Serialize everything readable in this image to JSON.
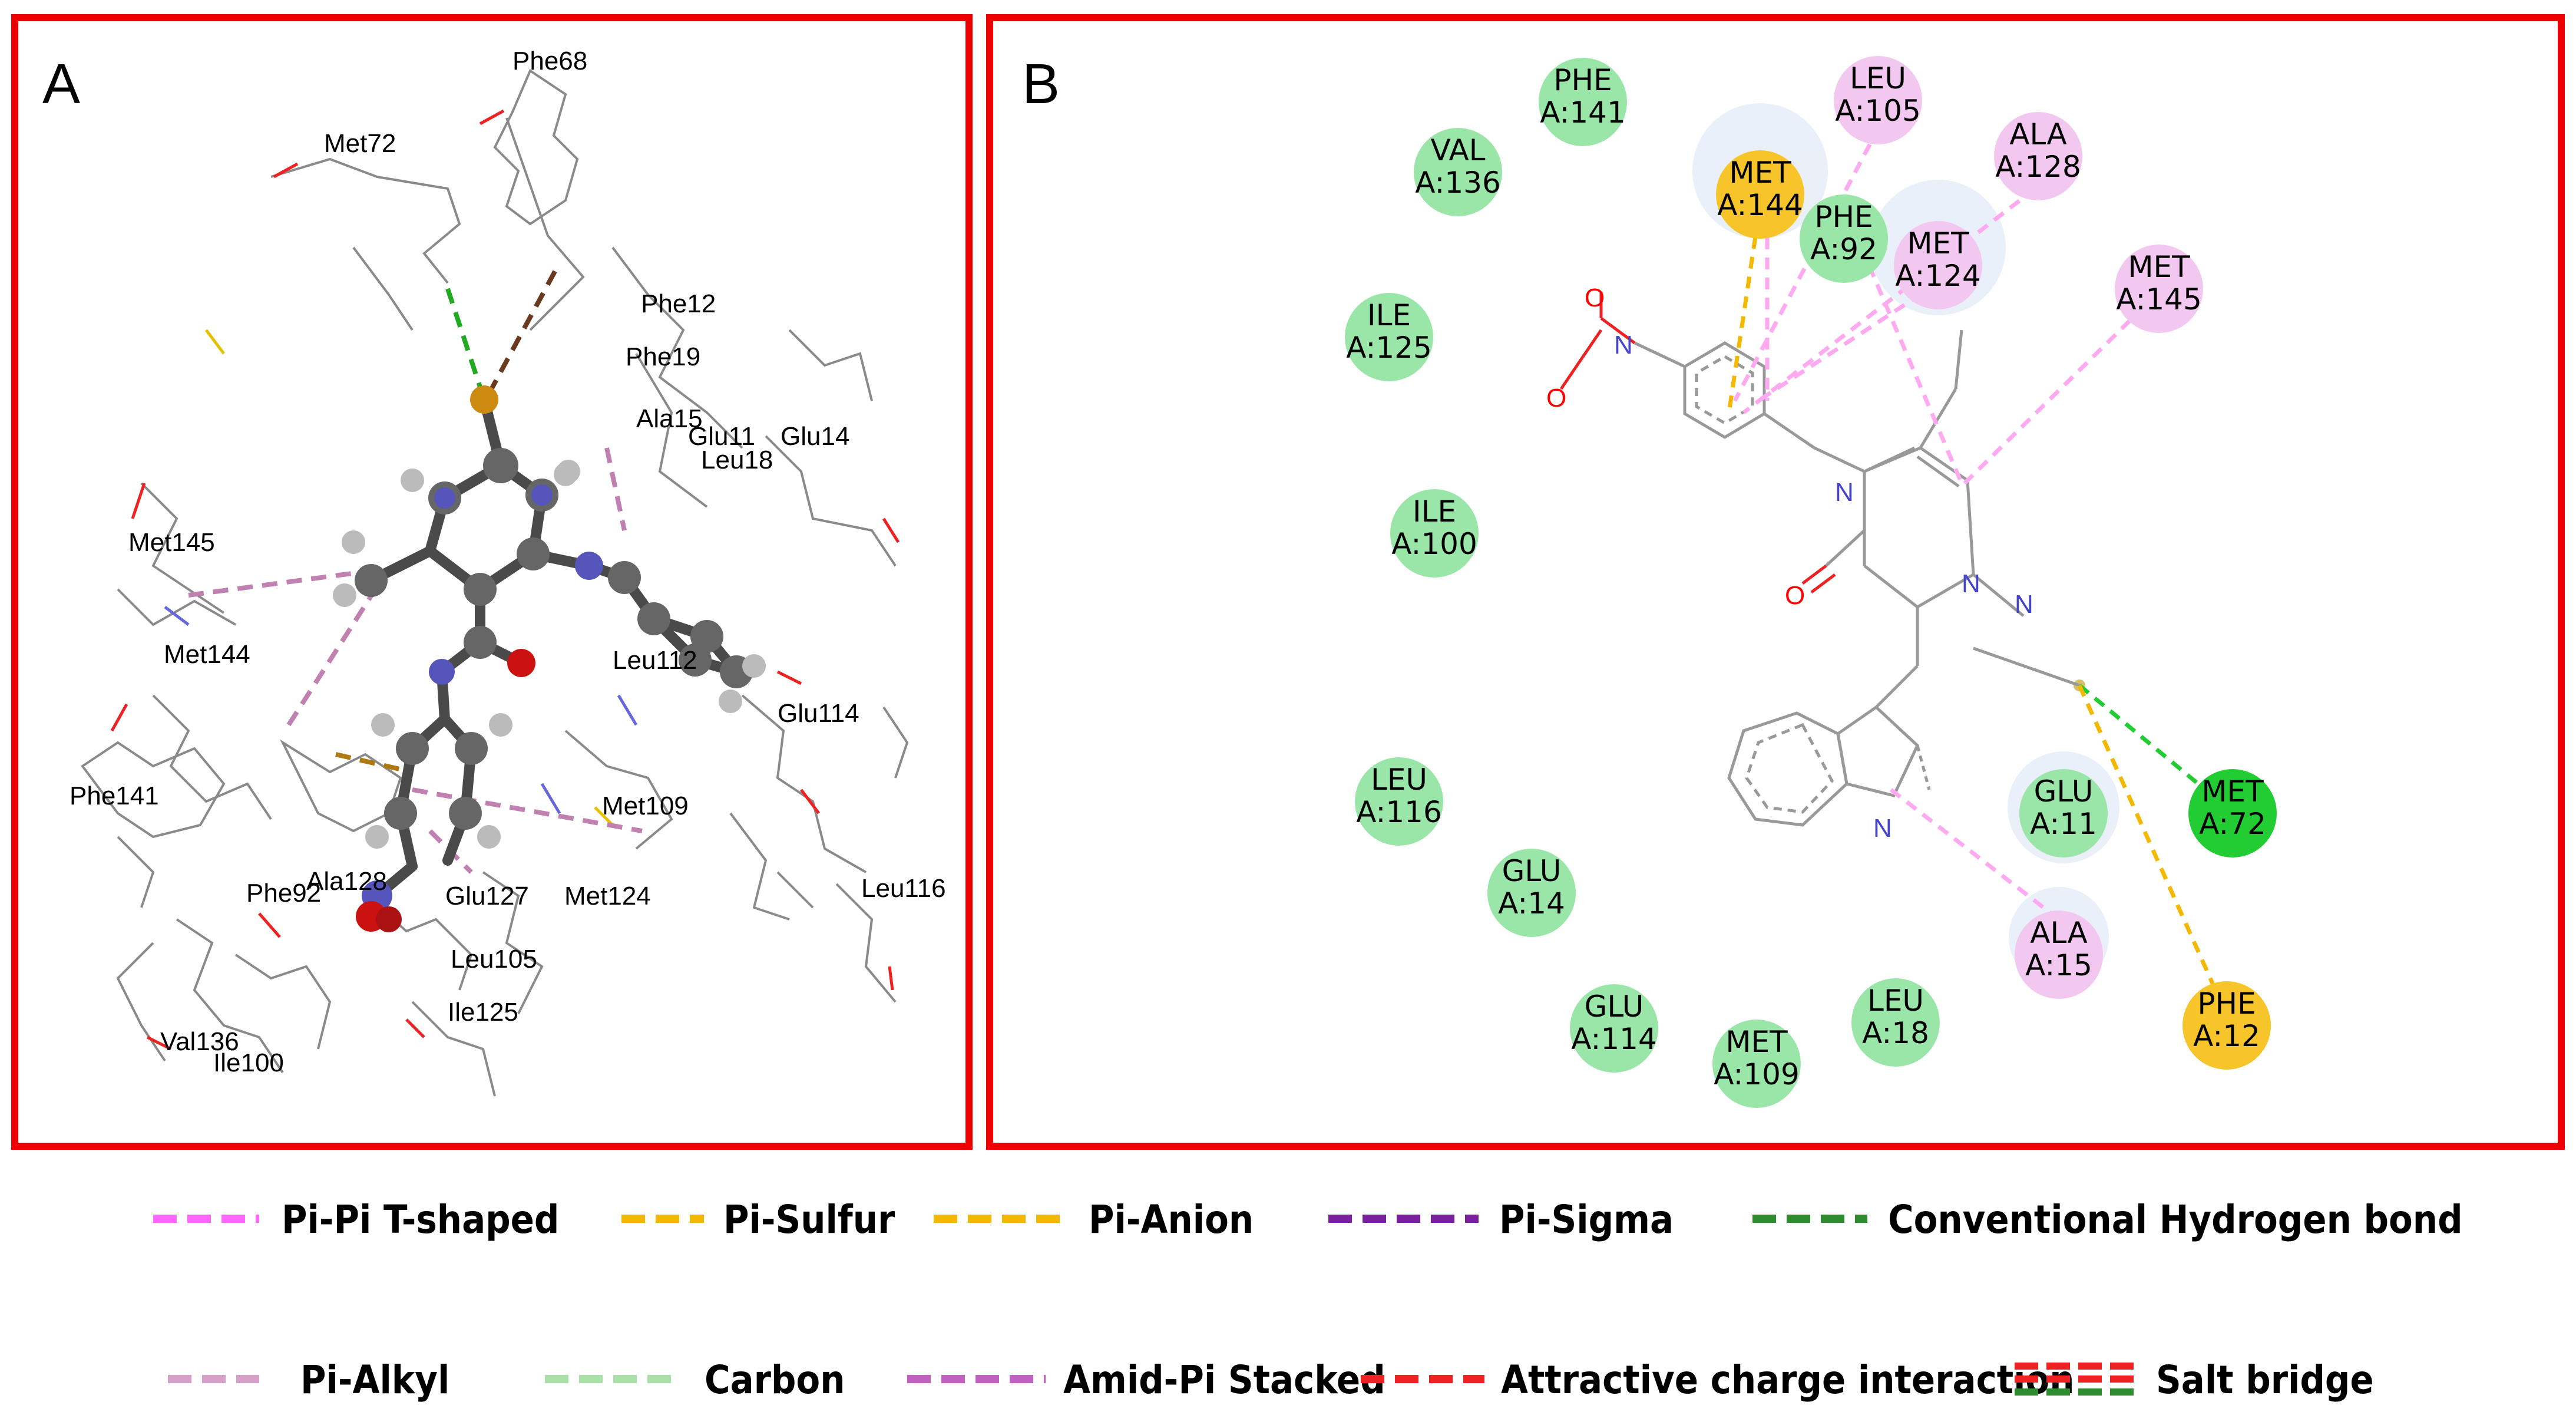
{
  "panel_a": {
    "letter": "A",
    "residue_labels": [
      {
        "id": "phe68",
        "text": "Phe68"
      },
      {
        "id": "met72",
        "text": "Met72"
      },
      {
        "id": "phe12",
        "text": "Phe12"
      },
      {
        "id": "phe19",
        "text": "Phe19"
      },
      {
        "id": "ala15",
        "text": "Ala15"
      },
      {
        "id": "glu11",
        "text": "Glu11"
      },
      {
        "id": "glu14",
        "text": "Glu14"
      },
      {
        "id": "leu18",
        "text": "Leu18"
      },
      {
        "id": "met145",
        "text": "Met145"
      },
      {
        "id": "met144",
        "text": "Met144"
      },
      {
        "id": "leu112",
        "text": "Leu112"
      },
      {
        "id": "glu114",
        "text": "Glu114"
      },
      {
        "id": "phe141",
        "text": "Phe141"
      },
      {
        "id": "met109",
        "text": "Met109"
      },
      {
        "id": "ala128",
        "text": "Ala128"
      },
      {
        "id": "phe92",
        "text": "Phe92"
      },
      {
        "id": "glu127",
        "text": "Glu127"
      },
      {
        "id": "met124",
        "text": "Met124"
      },
      {
        "id": "leu116",
        "text": "Leu116"
      },
      {
        "id": "leu105",
        "text": "Leu105"
      },
      {
        "id": "ile125",
        "text": "Ile125"
      },
      {
        "id": "val136",
        "text": "Val136"
      },
      {
        "id": "ile100",
        "text": "Ile100"
      }
    ]
  },
  "panel_b": {
    "letter": "B",
    "residues": [
      {
        "id": "phe141",
        "line1": "PHE",
        "line2": "A:141",
        "type": "carbon"
      },
      {
        "id": "leu105",
        "line1": "LEU",
        "line2": "A:105",
        "type": "pi-alkyl"
      },
      {
        "id": "val136",
        "line1": "VAL",
        "line2": "A:136",
        "type": "carbon"
      },
      {
        "id": "met144",
        "line1": "MET",
        "line2": "A:144",
        "type": "pi-sulfur"
      },
      {
        "id": "ala128",
        "line1": "ALA",
        "line2": "A:128",
        "type": "pi-alkyl"
      },
      {
        "id": "phe92",
        "line1": "PHE",
        "line2": "A:92",
        "type": "carbon"
      },
      {
        "id": "met124",
        "line1": "MET",
        "line2": "A:124",
        "type": "pi-alkyl"
      },
      {
        "id": "ile125",
        "line1": "ILE",
        "line2": "A:125",
        "type": "carbon"
      },
      {
        "id": "met145",
        "line1": "MET",
        "line2": "A:145",
        "type": "pi-alkyl"
      },
      {
        "id": "ile100",
        "line1": "ILE",
        "line2": "A:100",
        "type": "carbon"
      },
      {
        "id": "leu116",
        "line1": "LEU",
        "line2": "A:116",
        "type": "carbon"
      },
      {
        "id": "glu11",
        "line1": "GLU",
        "line2": "A:11",
        "type": "carbon"
      },
      {
        "id": "met72",
        "line1": "MET",
        "line2": "A:72",
        "type": "hbond"
      },
      {
        "id": "glu14",
        "line1": "GLU",
        "line2": "A:14",
        "type": "carbon"
      },
      {
        "id": "ala15",
        "line1": "ALA",
        "line2": "A:15",
        "type": "pi-alkyl"
      },
      {
        "id": "glu114",
        "line1": "GLU",
        "line2": "A:114",
        "type": "carbon"
      },
      {
        "id": "leu18",
        "line1": "LEU",
        "line2": "A:18",
        "type": "carbon"
      },
      {
        "id": "met109",
        "line1": "MET",
        "line2": "A:109",
        "type": "carbon"
      },
      {
        "id": "phe12",
        "line1": "PHE",
        "line2": "A:12",
        "type": "pi-sulfur"
      }
    ]
  },
  "legend": [
    {
      "id": "pi-pi-t-shaped",
      "label": "Pi-Pi T-shaped",
      "color": "#ff66ff"
    },
    {
      "id": "pi-sulfur",
      "label": "Pi-Sulfur",
      "color": "#f5b800"
    },
    {
      "id": "pi-anion",
      "label": "Pi-Anion",
      "color": "#f5b800"
    },
    {
      "id": "pi-sigma",
      "label": "Pi-Sigma",
      "color": "#7a1fa0"
    },
    {
      "id": "conventional-hydrogen-bond",
      "label": "Conventional Hydrogen bond",
      "color": "#2e8b2e"
    },
    {
      "id": "pi-alkyl",
      "label": "Pi-Alkyl",
      "color": "#d7a0c8"
    },
    {
      "id": "carbon",
      "label": "Carbon",
      "color": "#a8e0a8"
    },
    {
      "id": "amid-pi-stacked",
      "label": "Amid-Pi Stacked",
      "color": "#c060c0"
    },
    {
      "id": "attractive-charge",
      "label": "Attractive charge interaction",
      "color": "#ee2222"
    },
    {
      "id": "salt-bridge",
      "label": "Salt bridge",
      "color": "#ee2222",
      "color2": "#2e8b2e"
    }
  ],
  "colors": {
    "frame": "#ee0000",
    "carbon_fill": "#99e6a8",
    "hbond_fill": "#22cc33",
    "pi_sulfur_fill": "#f7c52a",
    "pi_alkyl_fill": "#f3c8f0"
  }
}
